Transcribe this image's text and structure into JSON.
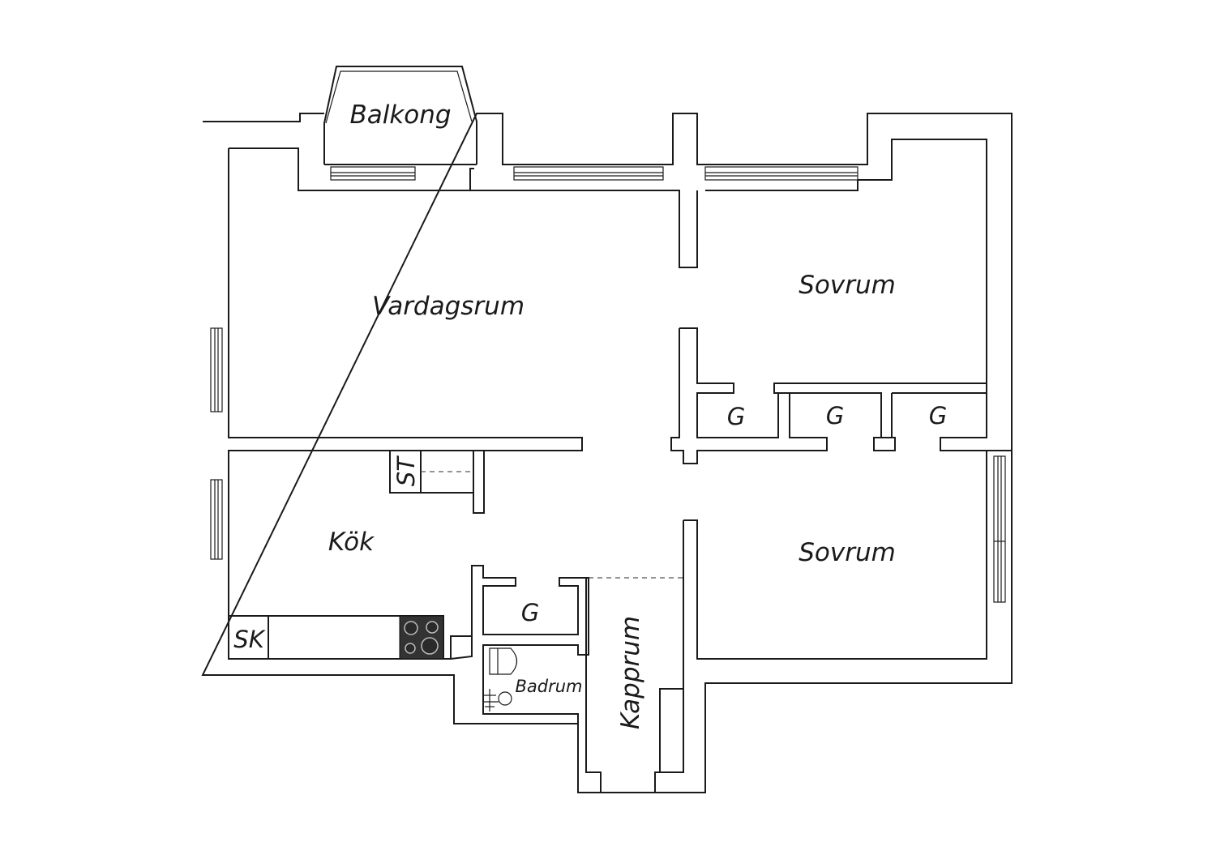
{
  "rooms": {
    "balcony": "Balkong",
    "living_room": "Vardagsrum",
    "bedroom_top": "Sovrum",
    "bedroom_bottom": "Sovrum",
    "kitchen": "Kök",
    "hallway": "Kapprum",
    "bathroom": "Badrum"
  },
  "storage": {
    "closet_1": "G",
    "closet_2": "G",
    "closet_3": "G",
    "closet_kitchen": "G",
    "st": "ST",
    "sk": "SK"
  }
}
